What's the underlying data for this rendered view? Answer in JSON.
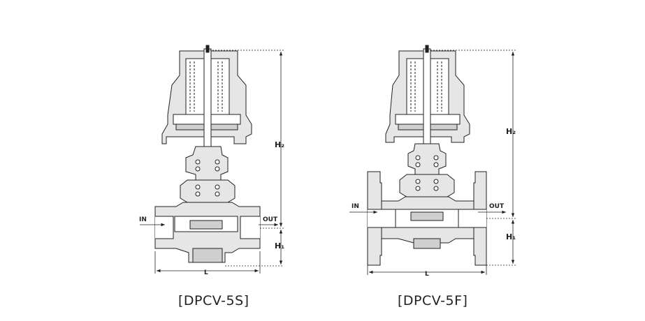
{
  "diagrams": [
    {
      "caption": "[DPCV-5S]",
      "labels": {
        "in": "IN",
        "out": "OUT",
        "h1": "H₁",
        "h2": "H₂",
        "l": "L"
      }
    },
    {
      "caption": "[DPCV-5F]",
      "labels": {
        "in": "IN",
        "out": "OUT",
        "h1": "H₁",
        "h2": "H₂",
        "l": "L"
      }
    }
  ],
  "colors": {
    "body_fill": "#e6e6e6",
    "line": "#231f20",
    "section": "#ffffff"
  }
}
